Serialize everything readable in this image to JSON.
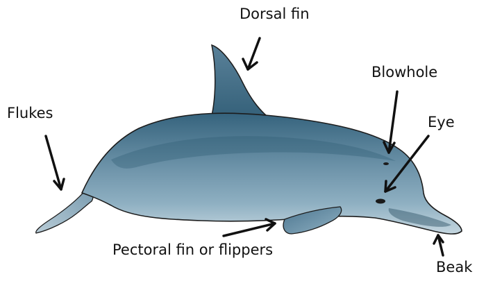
{
  "labels": {
    "dorsal_fin": "Dorsal fin",
    "blowhole": "Blowhole",
    "flukes": "Flukes",
    "eye": "Eye",
    "pectoral_fin": "Pectoral fin or flippers",
    "beak": "Beak"
  },
  "colors": {
    "body_dark": "#3f6f88",
    "body_mid": "#6d93a9",
    "belly_light": "#bfd2dc",
    "outline": "#1c1c1c",
    "arrow": "#111111",
    "text": "#111111"
  }
}
